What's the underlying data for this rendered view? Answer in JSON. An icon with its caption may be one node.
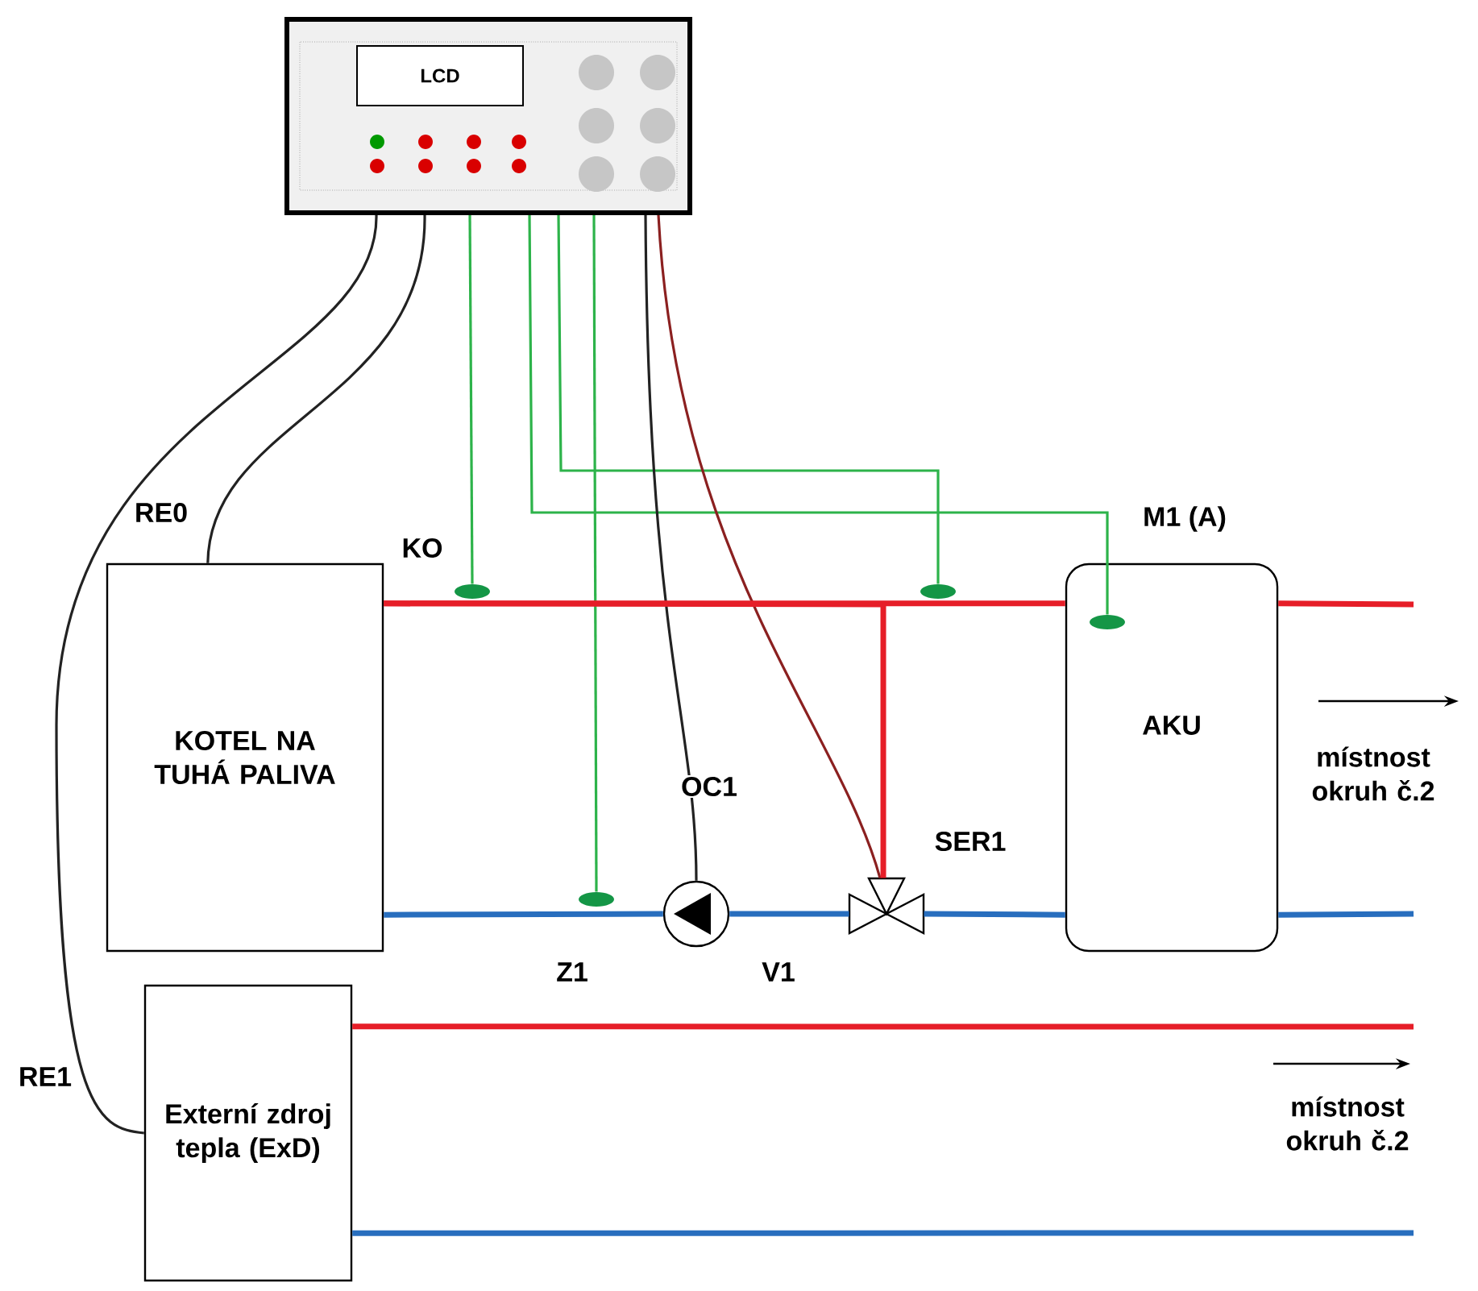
{
  "diagram": {
    "nodes": [
      {
        "text": [],
        "shape": "box"
      },
      {
        "text": [
          "LCD"
        ],
        "in": 0
      },
      {
        "text": [
          "KOTEL NA TUHÁ PALIVA"
        ]
      },
      {
        "text": [
          "Externí zdroj tepla (ExD)"
        ]
      },
      {
        "text": [
          "AKU"
        ]
      },
      {
        "text": [],
        "shape": "ellipse",
        "beside": [
          "KO"
        ]
      },
      {
        "text": [],
        "shape": "ellipse",
        "beside": [
          "M1 (A)"
        ],
        "in": 4
      },
      {
        "text": [],
        "shape": "ellipse"
      },
      {
        "text": [],
        "shape": "ellipse",
        "beside": [
          "Z1"
        ]
      },
      {
        "text": [],
        "shape": "circle",
        "beside": [
          "V1"
        ]
      },
      {
        "text": [],
        "shape": "valve",
        "beside": [
          "SER1"
        ]
      }
    ],
    "edges": [
      {
        "from": 0,
        "to": 2,
        "arrow": "none",
        "label": "RE0",
        "color": "#222222"
      },
      {
        "from": 0,
        "to": 3,
        "arrow": "none",
        "label": "RE1",
        "color": "#222222"
      },
      {
        "from": 0,
        "to": 5,
        "arrow": "none",
        "color": "#2db34a"
      },
      {
        "from": 0,
        "to": 6,
        "arrow": "none",
        "color": "#2db34a"
      },
      {
        "from": 0,
        "to": 7,
        "arrow": "none",
        "color": "#2db34a"
      },
      {
        "from": 0,
        "to": 8,
        "arrow": "none",
        "color": "#2db34a"
      },
      {
        "from": 0,
        "to": 9,
        "arrow": "none",
        "label": "OC1",
        "color": "#222222"
      },
      {
        "from": 0,
        "to": 10,
        "arrow": "none",
        "color": "#8b2020"
      },
      {
        "from": 2,
        "to": 4,
        "arrow": "none",
        "color": "#e61e28"
      },
      {
        "from": 2,
        "to": 10,
        "arrow": "none",
        "color": "#e61e28"
      },
      {
        "from": 2,
        "to": 9,
        "arrow": "none",
        "color": "#286ebe"
      },
      {
        "from": 9,
        "to": 10,
        "arrow": "none",
        "color": "#286ebe"
      },
      {
        "from": 10,
        "to": 4,
        "arrow": "none",
        "color": "#286ebe"
      },
      {
        "from": 4,
        "to": null,
        "arrow": "none",
        "color": "#e61e28"
      },
      {
        "from": 4,
        "to": null,
        "arrow": "none",
        "color": "#286ebe"
      },
      {
        "from": 3,
        "to": null,
        "arrow": "none",
        "color": "#e61e28"
      },
      {
        "from": 3,
        "to": null,
        "arrow": "none",
        "color": "#286ebe"
      }
    ],
    "labels": [
      "místnost okruh č.2",
      "místnost okruh č.2"
    ]
  }
}
